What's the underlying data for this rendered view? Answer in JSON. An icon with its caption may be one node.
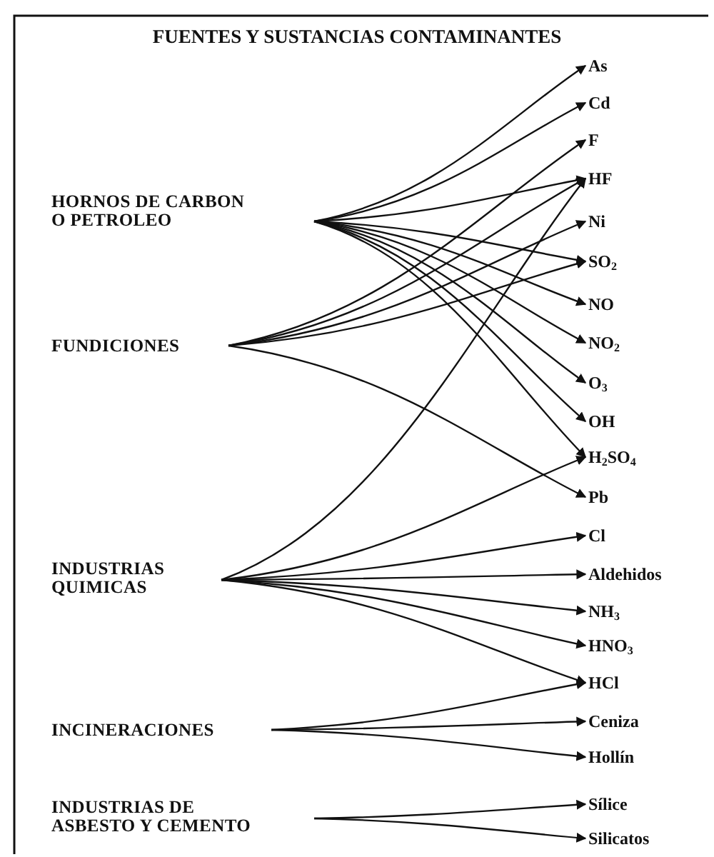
{
  "diagram": {
    "title": "FUENTES Y SUSTANCIAS CONTAMINANTES",
    "nodes": [
      {
        "text": [
          "HORNOS DE CARBON O PETROLEO"
        ]
      },
      {
        "text": [
          "FUNDICIONES"
        ]
      },
      {
        "text": [
          "INDUSTRIAS QUIMICAS"
        ]
      },
      {
        "text": [
          "INCINERACIONES"
        ]
      },
      {
        "text": [
          "INDUSTRIAS DE ASBESTO Y CEMENTO"
        ]
      },
      {
        "text": [
          "As"
        ]
      },
      {
        "text": [
          "Cd"
        ]
      },
      {
        "text": [
          "F"
        ]
      },
      {
        "text": [
          "HF"
        ]
      },
      {
        "text": [
          "Ni"
        ]
      },
      {
        "text": [
          "SO$_{2}$"
        ]
      },
      {
        "text": [
          "NO"
        ]
      },
      {
        "text": [
          "NO$_{2}$"
        ]
      },
      {
        "text": [
          "O$_{3}$"
        ]
      },
      {
        "text": [
          "OH"
        ]
      },
      {
        "text": [
          "H$_{2}$SO$_{4}$"
        ]
      },
      {
        "text": [
          "Pb"
        ]
      },
      {
        "text": [
          "Cl"
        ]
      },
      {
        "text": [
          "Aldehidos"
        ]
      },
      {
        "text": [
          "NH$_{3}$"
        ]
      },
      {
        "text": [
          "HNO$_{3}$"
        ]
      },
      {
        "text": [
          "HCl"
        ]
      },
      {
        "text": [
          "Ceniza"
        ]
      },
      {
        "text": [
          "Hollín"
        ]
      },
      {
        "text": [
          "Sílice"
        ]
      },
      {
        "text": [
          "Silicatos"
        ]
      }
    ],
    "edges": [
      {
        "from": 0,
        "to": 5,
        "arrow": "to"
      },
      {
        "from": 0,
        "to": 6,
        "arrow": "to"
      },
      {
        "from": 0,
        "to": 8,
        "arrow": "to"
      },
      {
        "from": 0,
        "to": 10,
        "arrow": "to"
      },
      {
        "from": 0,
        "to": 11,
        "arrow": "to"
      },
      {
        "from": 0,
        "to": 12,
        "arrow": "to"
      },
      {
        "from": 0,
        "to": 13,
        "arrow": "to"
      },
      {
        "from": 0,
        "to": 14,
        "arrow": "to"
      },
      {
        "from": 0,
        "to": 15,
        "arrow": "to"
      },
      {
        "from": 1,
        "to": 7,
        "arrow": "to"
      },
      {
        "from": 1,
        "to": 8,
        "arrow": "to"
      },
      {
        "from": 1,
        "to": 9,
        "arrow": "to"
      },
      {
        "from": 1,
        "to": 10,
        "arrow": "to"
      },
      {
        "from": 1,
        "to": 16,
        "arrow": "to"
      },
      {
        "from": 2,
        "to": 8,
        "arrow": "to"
      },
      {
        "from": 2,
        "to": 15,
        "arrow": "to"
      },
      {
        "from": 2,
        "to": 17,
        "arrow": "to"
      },
      {
        "from": 2,
        "to": 18,
        "arrow": "to"
      },
      {
        "from": 2,
        "to": 19,
        "arrow": "to"
      },
      {
        "from": 2,
        "to": 20,
        "arrow": "to"
      },
      {
        "from": 2,
        "to": 21,
        "arrow": "to"
      },
      {
        "from": 3,
        "to": 21,
        "arrow": "to"
      },
      {
        "from": 3,
        "to": 22,
        "arrow": "to"
      },
      {
        "from": 3,
        "to": 23,
        "arrow": "to"
      },
      {
        "from": 4,
        "to": 24,
        "arrow": "to"
      },
      {
        "from": 4,
        "to": 25,
        "arrow": "to"
      }
    ]
  }
}
